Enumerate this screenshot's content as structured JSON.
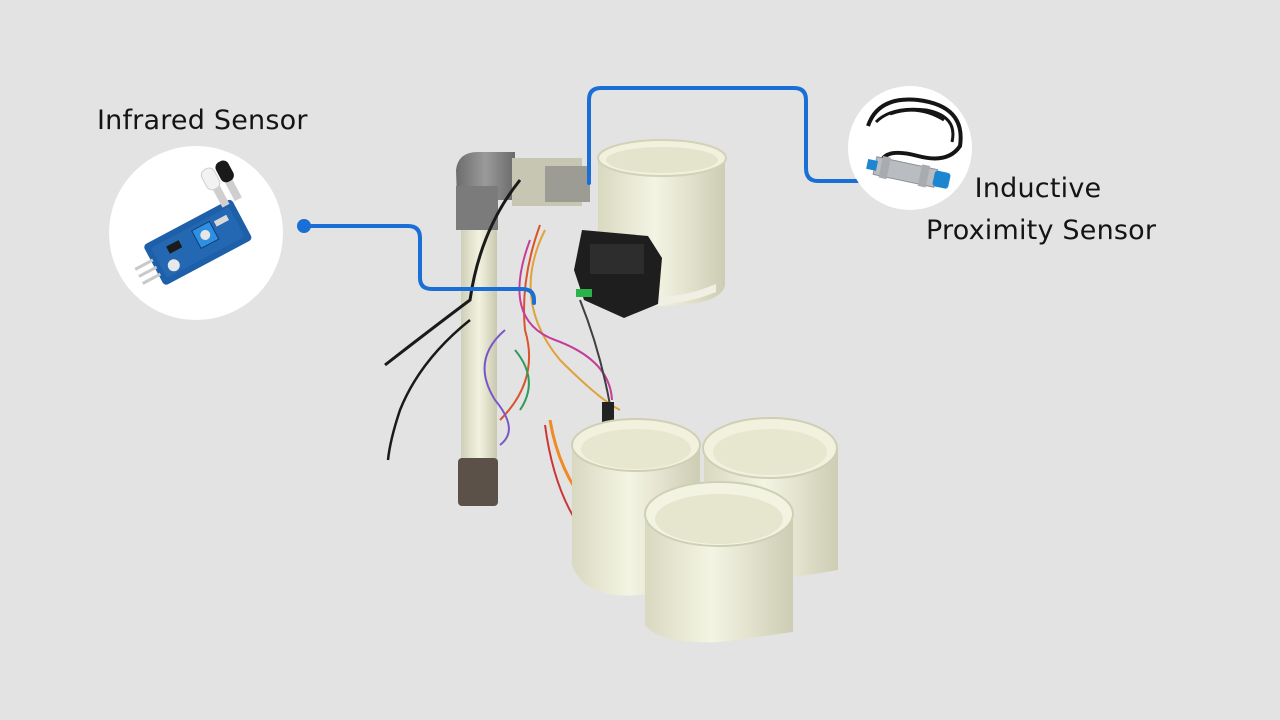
{
  "labels": {
    "infrared": "Infrared Sensor",
    "inductive_line1": "Inductive",
    "inductive_line2": "Proximity Sensor"
  },
  "colors": {
    "background": "#e3e3e3",
    "connector": "#1a6fd6",
    "label_text": "#141414",
    "pipe": "#e6e6c8",
    "pcb": "#1d5fa8"
  },
  "icons": {
    "infrared": "infrared-sensor-module-icon",
    "inductive": "inductive-proximity-sensor-icon"
  }
}
